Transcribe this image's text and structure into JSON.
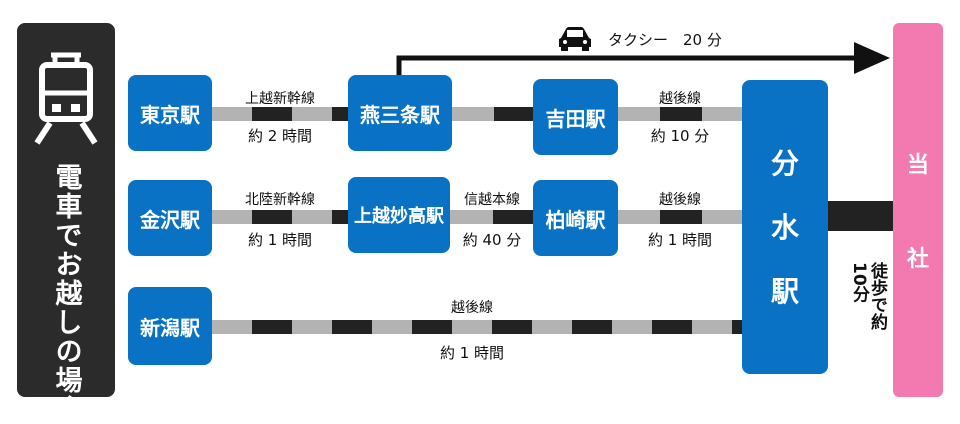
{
  "left_panel": {
    "label": "電車でお越しの場合",
    "icon": "train-icon"
  },
  "destination": {
    "char1": "当",
    "char2": "社"
  },
  "hub": {
    "char1": "分",
    "char2": "水",
    "char3": "駅"
  },
  "walk": {
    "line1": "徒歩で約",
    "line2": "10分"
  },
  "taxi": {
    "label": "タクシー　20 分",
    "icon": "taxi-icon"
  },
  "stations": {
    "tokyo": "東京駅",
    "kanazawa": "金沢駅",
    "niigata": "新潟駅",
    "tsubamesanjo": "燕三条駅",
    "joetsumyoko": "上越妙高駅",
    "yoshida": "吉田駅",
    "kashiwazaki": "柏崎駅"
  },
  "segments": {
    "tokyo_line": "上越新幹線",
    "tokyo_time": "約 2 時間",
    "kanazawa_line": "北陸新幹線",
    "kanazawa_time": "約 1 時間",
    "joetsu_line": "信越本線",
    "joetsu_time": "約 40 分",
    "yoshida_line": "越後線",
    "yoshida_time": "約 10 分",
    "kashiwazaki_line": "越後線",
    "kashiwazaki_time": "約 1 時間",
    "niigata_line": "越後線",
    "niigata_time": "約 1 時間"
  },
  "colors": {
    "station_blue": "#0a72c4",
    "destination_pink": "#f27ab0",
    "left_panel_dark": "#2b2b2b",
    "track_dark": "#222222",
    "track_light": "#b3b3b3"
  }
}
